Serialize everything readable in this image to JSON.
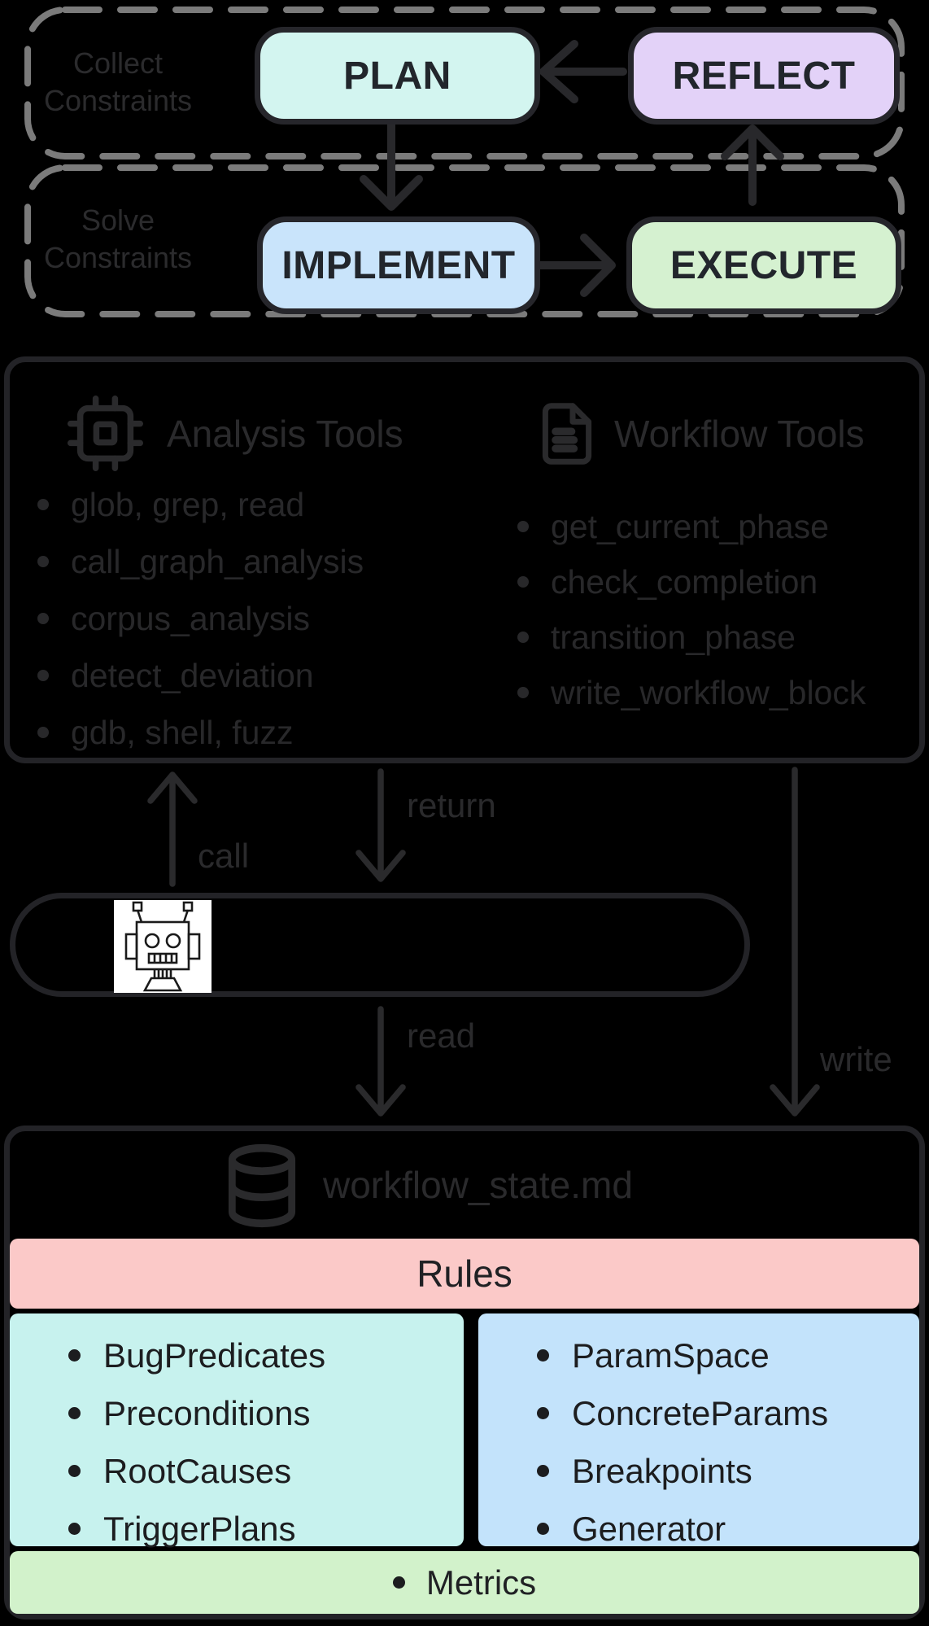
{
  "colors": {
    "background": "#000000",
    "dashed_border": "#7b7b7b",
    "box_border": "#232327",
    "ink": "#2a2a2c",
    "plan_fill": "#d3f5f0",
    "reflect_fill": "#e3d2f8",
    "implement_fill": "#c9e4fb",
    "execute_fill": "#d5f1d0",
    "rules_fill": "#fbc9c8",
    "facts_panel_fill": "#c7f2ee",
    "params_panel_fill": "#c3e3fb",
    "metrics_fill": "#d2f2cb"
  },
  "loop": {
    "collect": {
      "line1": "Collect",
      "line2": "Constraints"
    },
    "solve": {
      "line1": "Solve",
      "line2": "Constraints"
    },
    "phases": {
      "plan": "PLAN",
      "reflect": "REFLECT",
      "implement": "IMPLEMENT",
      "execute": "EXECUTE"
    }
  },
  "tools": {
    "analysis": {
      "title": "Analysis Tools",
      "icon": "cpu-icon",
      "items": [
        "glob, grep, read",
        "call_graph_analysis",
        "corpus_analysis",
        "detect_deviation",
        "gdb, shell, fuzz"
      ]
    },
    "workflow": {
      "title": "Workflow Tools",
      "icon": "document-icon",
      "items": [
        "get_current_phase",
        "check_completion",
        "transition_phase",
        "write_workflow_block"
      ]
    }
  },
  "edges": {
    "call": "call",
    "return": "return",
    "read": "read",
    "write": "write"
  },
  "agent": {
    "icon": "robot-icon"
  },
  "state_file": {
    "icon": "database-icon",
    "title": "workflow_state.md",
    "rules_label": "Rules",
    "facts_items": [
      "BugPredicates",
      "Preconditions",
      "RootCauses",
      "TriggerPlans"
    ],
    "params_items": [
      "ParamSpace",
      "ConcreteParams",
      "Breakpoints",
      "Generator"
    ],
    "metrics_label": "Metrics"
  }
}
